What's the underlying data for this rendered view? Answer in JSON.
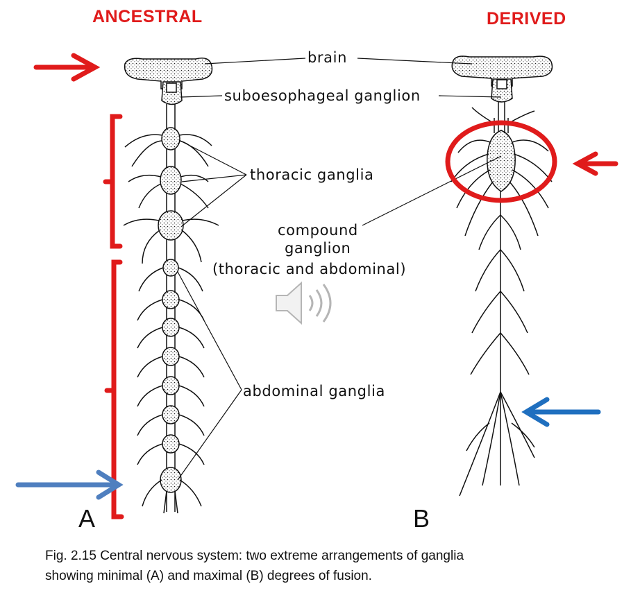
{
  "headings": {
    "left": "ANCESTRAL",
    "right": "DERIVED"
  },
  "labels": {
    "brain": "brain",
    "suboesophageal": "suboesophageal ganglion",
    "thoracic": "thoracic ganglia",
    "compound_line1": "compound",
    "compound_line2": "ganglion",
    "compound_line3": "(thoracic and abdominal)",
    "abdominal": "abdominal ganglia"
  },
  "panels": {
    "a": "A",
    "b": "B"
  },
  "caption": {
    "line1": "Fig. 2.15   Central nervous system: two extreme arrangements of ganglia",
    "line2": "showing minimal (A) and maximal (B) degrees of fusion."
  },
  "icons": {
    "speaker": "speaker-icon"
  },
  "colors": {
    "highlight_red": "#e01b1b",
    "highlight_blue": "#1f6fbf",
    "ink": "#111111"
  }
}
